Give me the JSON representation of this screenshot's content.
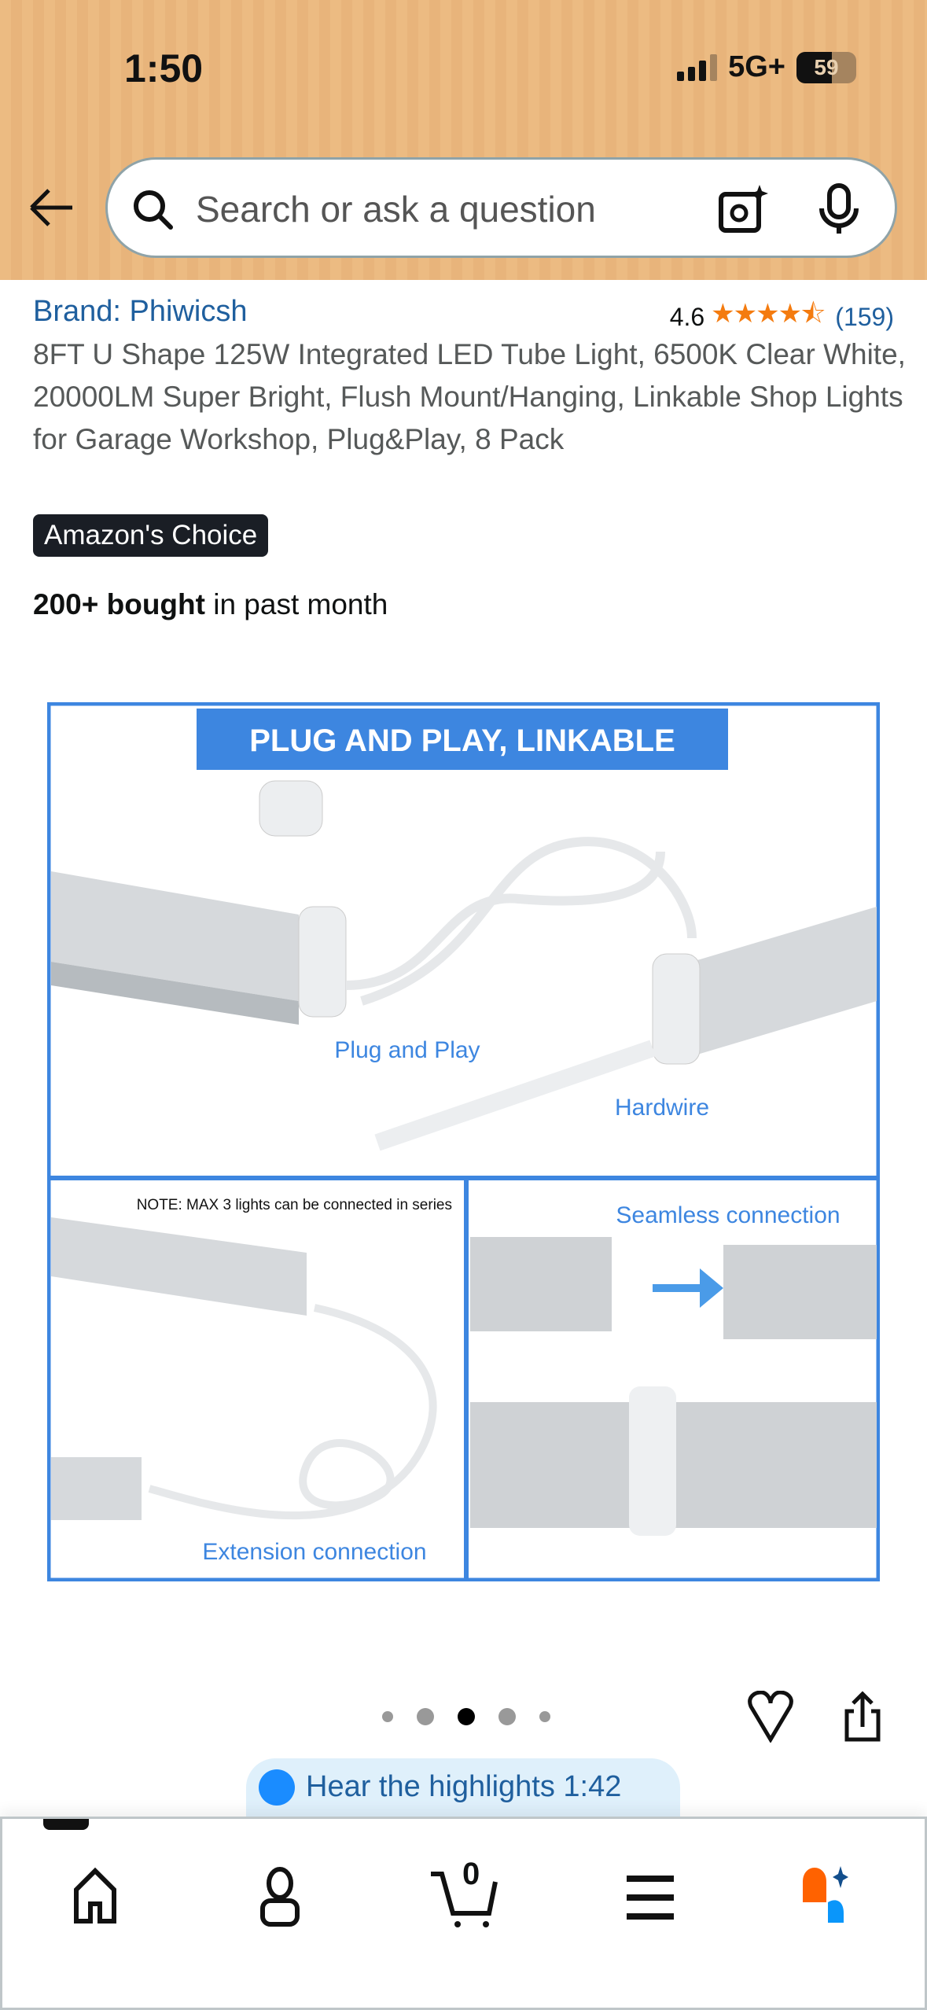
{
  "status": {
    "time": "1:50",
    "network": "5G+",
    "battery": "59",
    "battery_level_percent": 59
  },
  "search": {
    "placeholder": "Search or ask a question"
  },
  "product": {
    "brand": "Brand: Phiwicsh",
    "rating": "4.6",
    "rating_stars": 4.6,
    "review_count": "(159)",
    "title": "8FT U Shape 125W Integrated LED Tube Light, 6500K Clear White, 20000LM Super Bright, Flush Mount/Hanging, Linkable Shop Lights for Garage Workshop, Plug&Play, 8 Pack",
    "badge": "Amazon's Choice",
    "bought_bold": "200+ bought",
    "bought_rest": " in past month"
  },
  "image": {
    "banner": "PLUG AND PLAY, LINKABLE",
    "label_plug": "Plug and Play",
    "label_hardwire": "Hardwire",
    "note": "NOTE: MAX 3 lights can be connected in series",
    "label_seamless": "Seamless connection",
    "label_extension": "Extension connection",
    "accent": "#3d86e0"
  },
  "carousel": {
    "count": 5,
    "active_index": 2
  },
  "audio_pill": {
    "label": "Hear the highlights 1:42"
  },
  "tabbar": {
    "cart_count": "0",
    "items": [
      "home",
      "account",
      "cart",
      "menu",
      "rufus"
    ]
  }
}
